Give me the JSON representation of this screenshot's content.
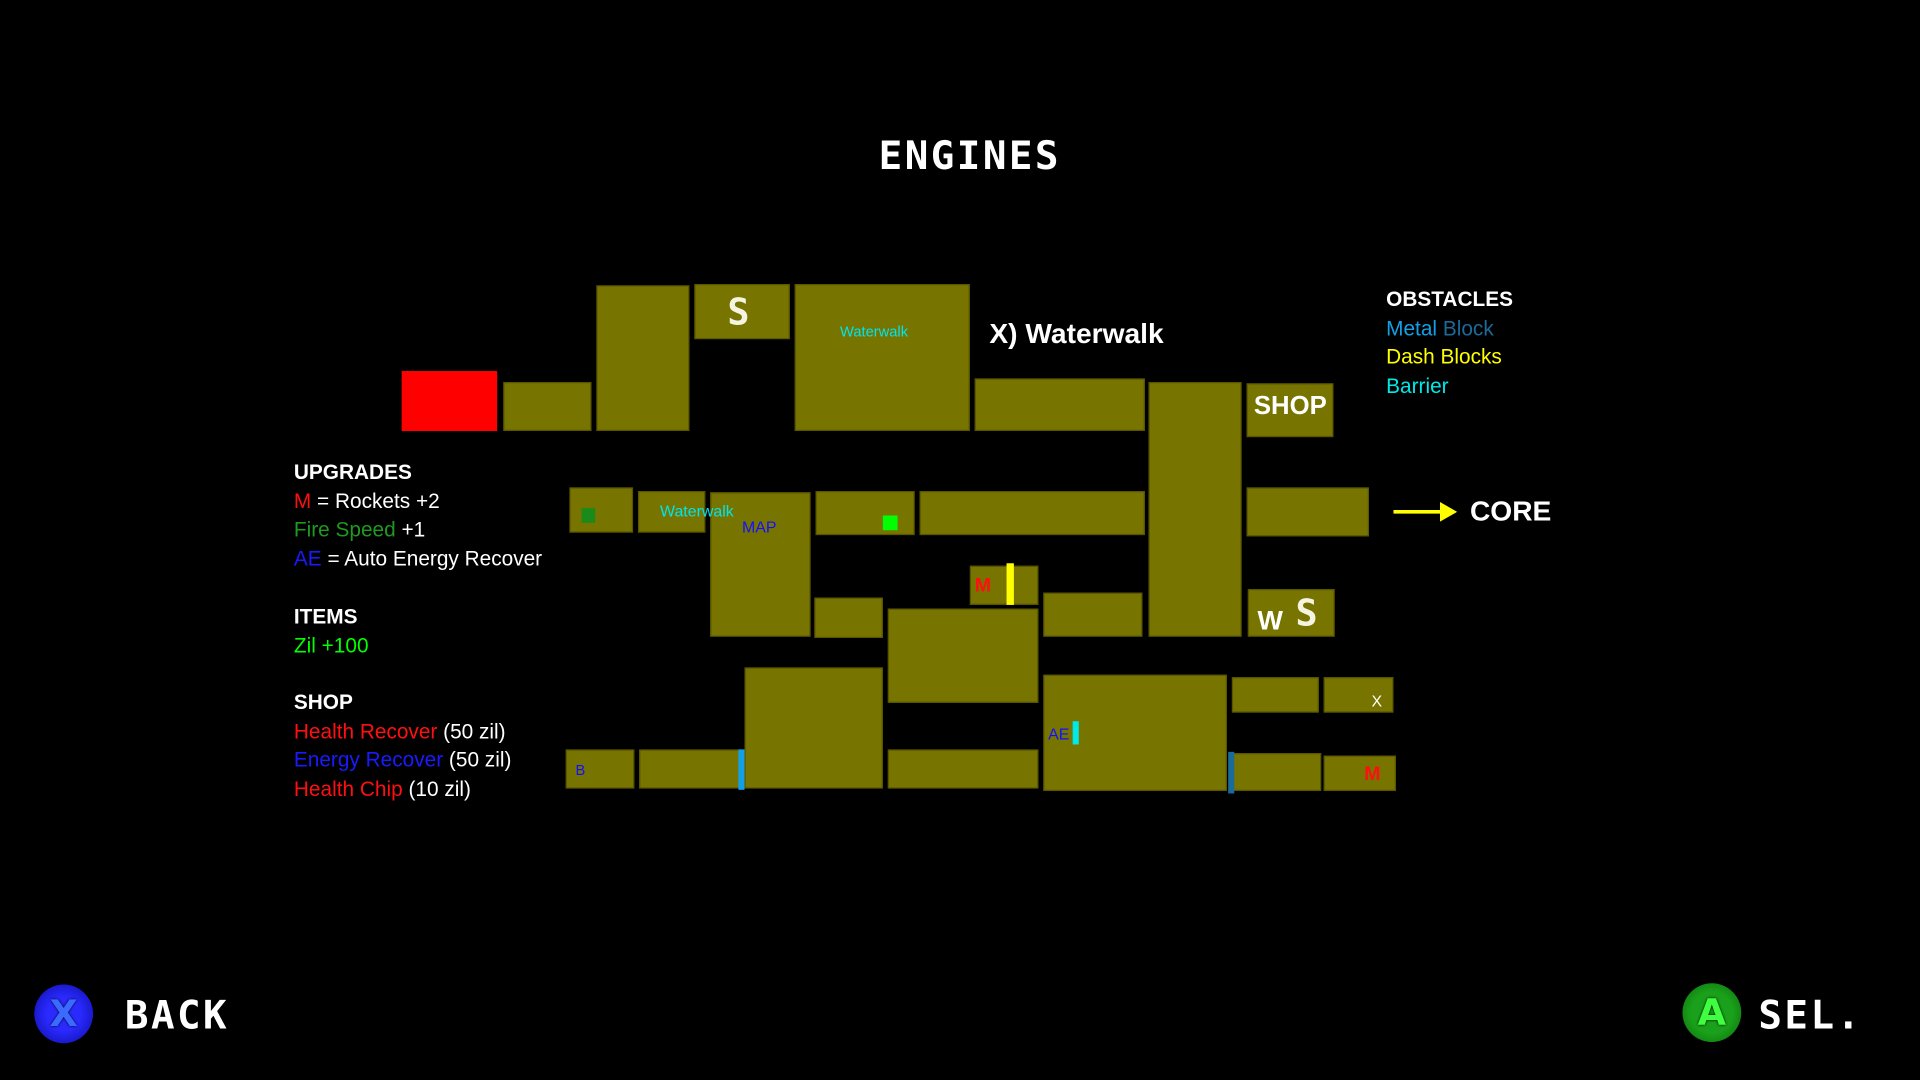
{
  "title": "ENGINES",
  "map": {
    "labels": {
      "save1": "S",
      "waterwalk_top": "Waterwalk",
      "waterwalk_mid": "Waterwalk",
      "map": "MAP",
      "shop": "SHOP",
      "m_mid": "M",
      "w": "W",
      "save2": "S",
      "ae": "AE",
      "x": "X",
      "b": "B",
      "m_bottom": "M"
    },
    "waterwalk_note": "X) Waterwalk",
    "core_label": "CORE",
    "colors": {
      "room": "#787400",
      "start_room": "#ff0000",
      "dash_block": "#ffff00",
      "barrier": "#00e8e8",
      "metal_light": "#12a0e8",
      "metal_dark": "#1a6a9a",
      "fire_speed_item": "#1a8a1a",
      "zil_item": "#00ff00"
    }
  },
  "upgrades": {
    "heading": "UPGRADES",
    "rockets_key": "M",
    "rockets_text": "= Rockets +2",
    "fire_key": "Fire Speed",
    "fire_text": "+1",
    "ae_key": "AE",
    "ae_text": "= Auto Energy Recover"
  },
  "items": {
    "heading": "ITEMS",
    "zil": "Zil +100"
  },
  "shop": {
    "heading": "SHOP",
    "items": [
      {
        "name": "Health Recover",
        "price": "(50 zil)"
      },
      {
        "name": "Energy Recover",
        "price": "(50 zil)"
      },
      {
        "name": "Health Chip",
        "price": "(10 zil)"
      }
    ]
  },
  "obstacles": {
    "heading": "OBSTACLES",
    "metal_a": "Metal",
    "metal_b": "Block",
    "dash": "Dash Blocks",
    "barrier": "Barrier"
  },
  "controls": {
    "back_icon": "X",
    "back_label": "BACK",
    "select_icon": "A",
    "select_label": "SEL."
  }
}
